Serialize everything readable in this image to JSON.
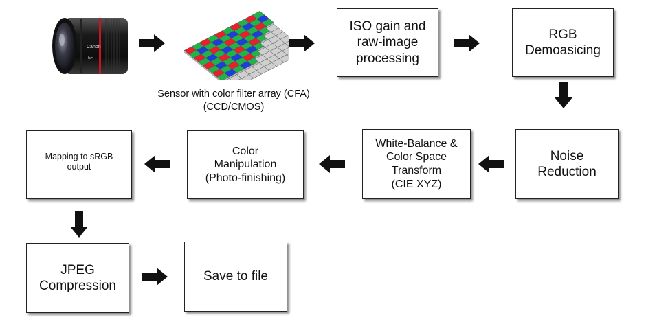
{
  "diagram": {
    "sensor_caption": "Sensor with color filter array  (CFA)\n(CCD/CMOS)",
    "lens_brand": "Canon",
    "lens_marking": "EF",
    "steps": {
      "iso_gain": "ISO gain and\nraw-image\nprocessing",
      "demosaicing": "RGB\nDemoasicing",
      "noise_reduction": "Noise\nReduction",
      "white_balance": "White-Balance &\nColor Space\nTransform\n(CIE XYZ)",
      "color_manipulation": "Color\nManipulation\n(Photo-finishing)",
      "mapping_srgb": "Mapping to sRGB\noutput",
      "jpeg": "JPEG\nCompression",
      "save": "Save to file"
    },
    "colors": {
      "cfa_red": "#e8202a",
      "cfa_green": "#1fb34a",
      "cfa_blue": "#1d3fd8",
      "sensor_base": "#b8b8b8",
      "arrow": "#111111"
    }
  }
}
